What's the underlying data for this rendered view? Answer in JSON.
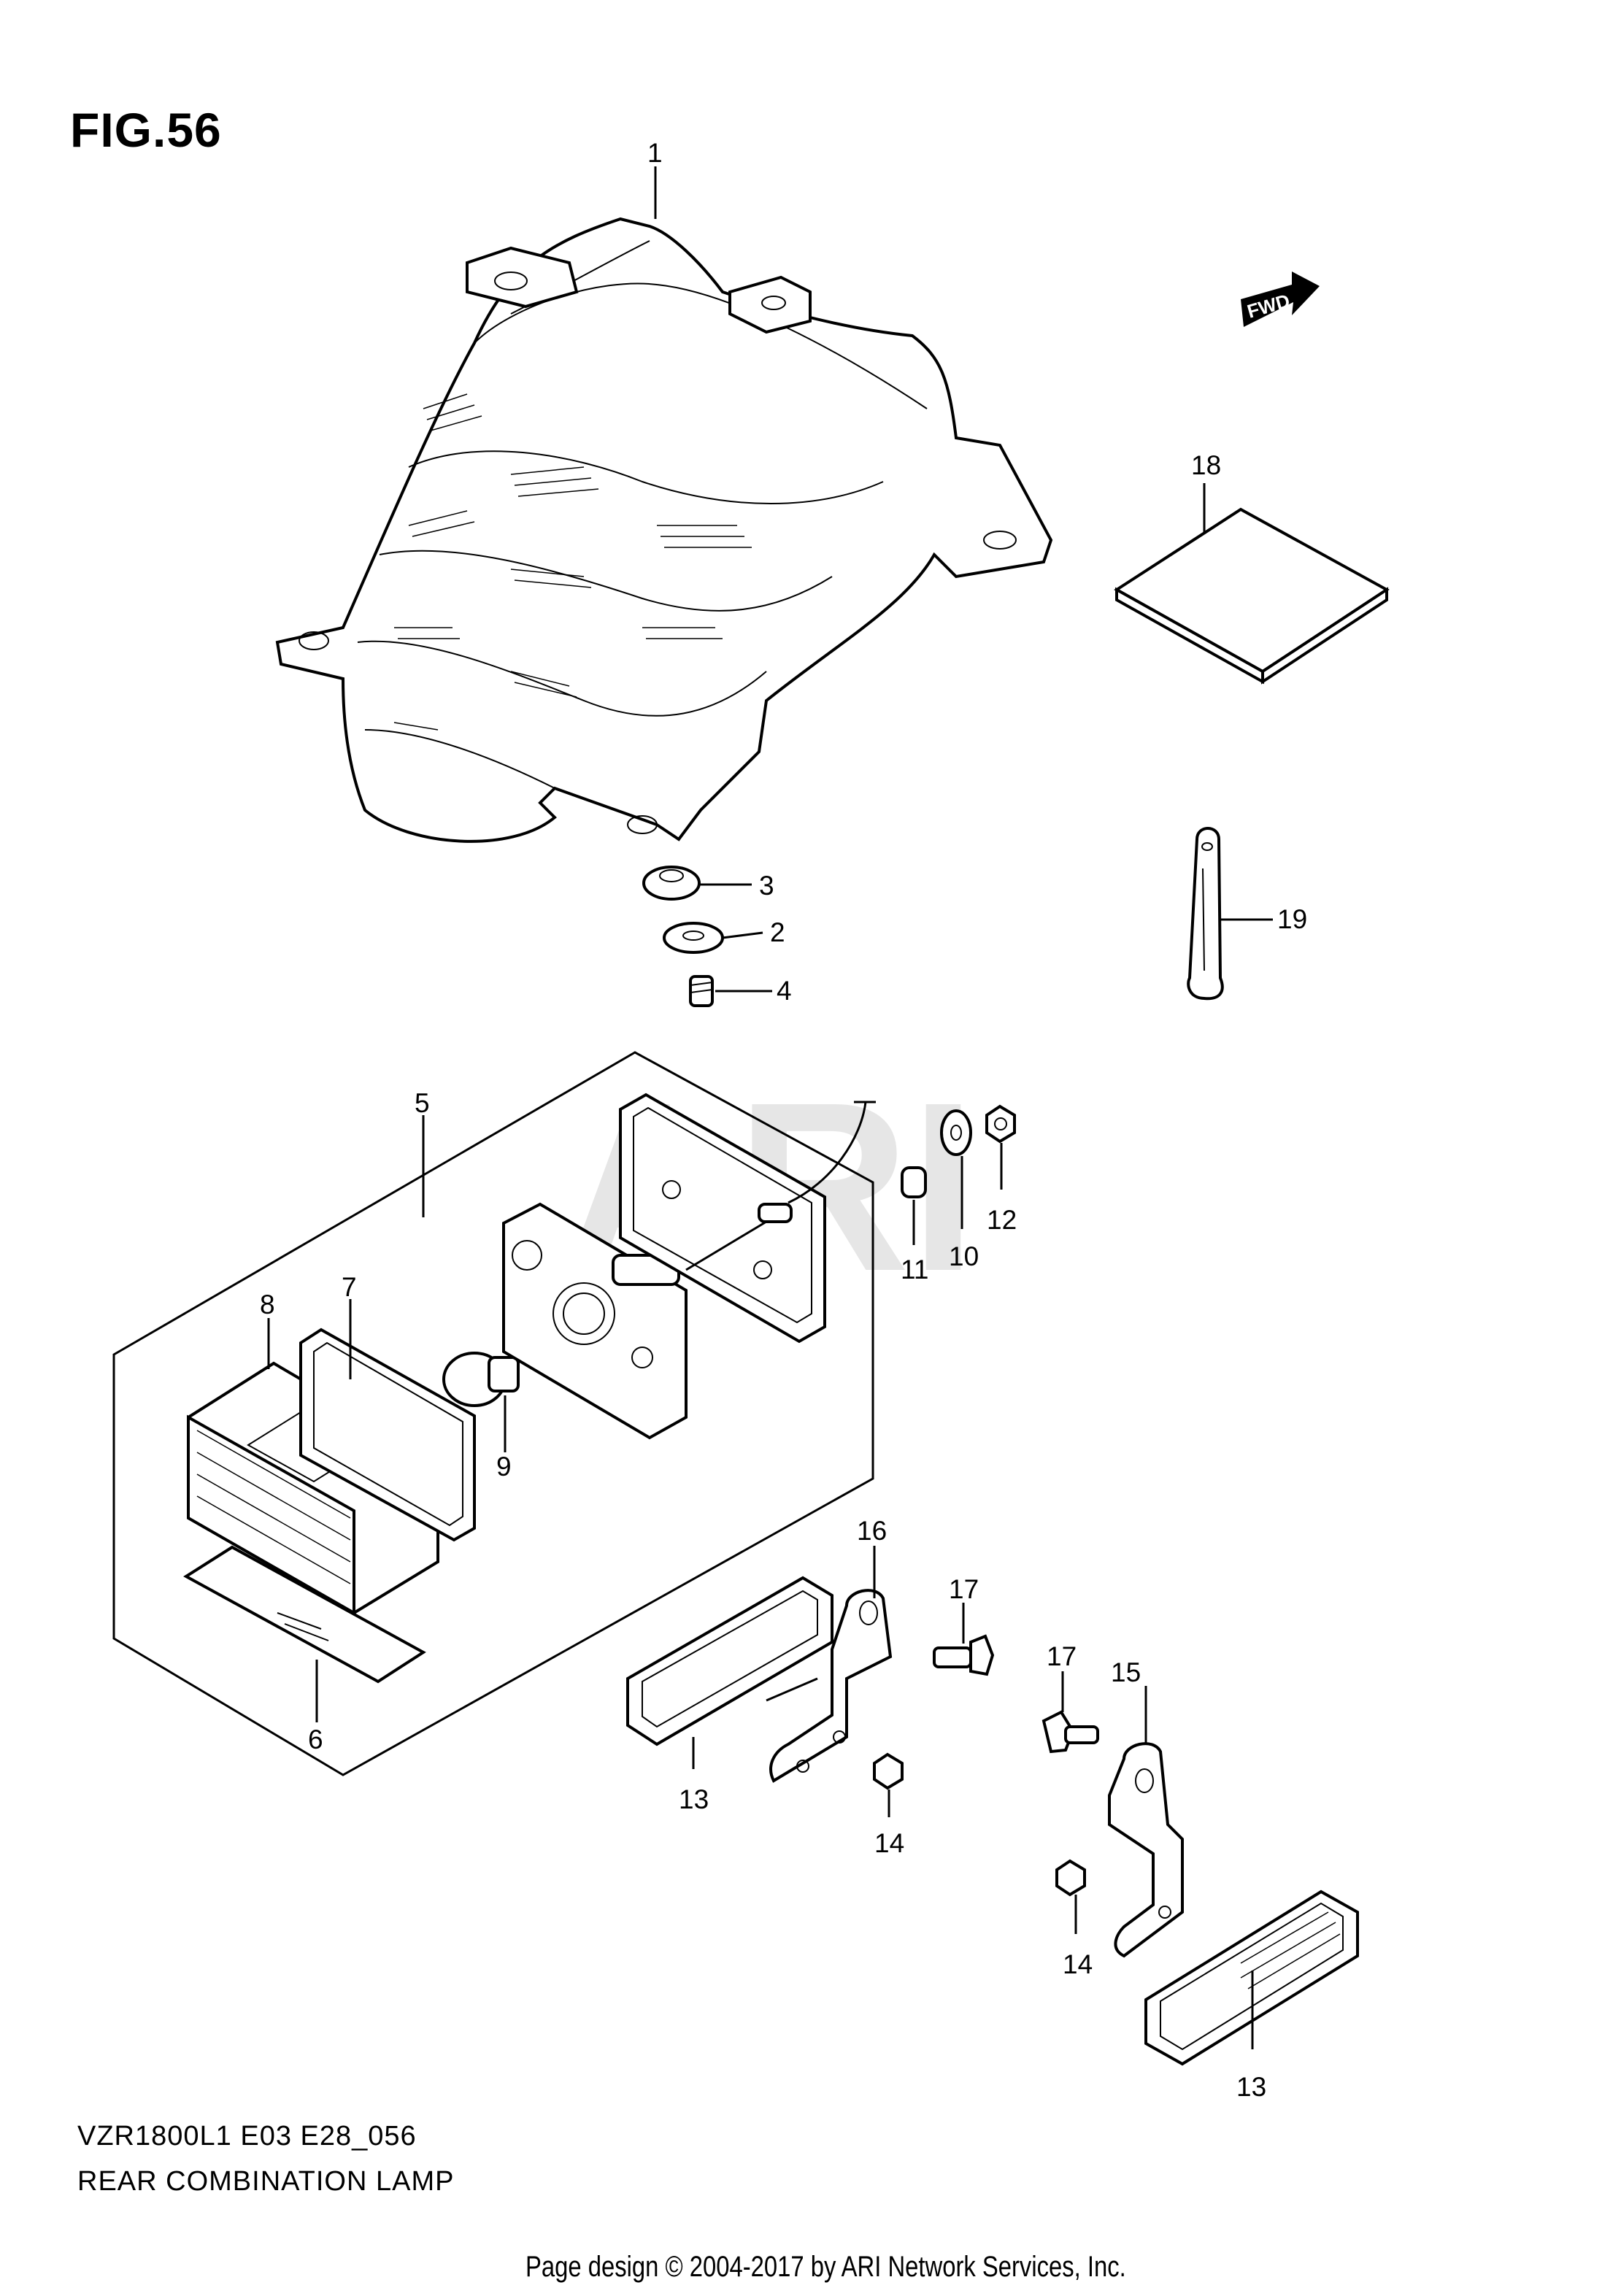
{
  "figure": {
    "title": "FIG.56",
    "model_code": "VZR1800L1 E03 E28_056",
    "assembly_name": "REAR COMBINATION LAMP"
  },
  "watermark": "ARI",
  "direction_arrow": "FWD",
  "footer": "Page design © 2004-2017 by ARI Network Services, Inc.",
  "callouts": {
    "c1": "1",
    "c2": "2",
    "c3": "3",
    "c4": "4",
    "c5": "5",
    "c6": "6",
    "c7": "7",
    "c8": "8",
    "c9": "9",
    "c10": "10",
    "c11": "11",
    "c12": "12",
    "c13a": "13",
    "c13b": "13",
    "c14a": "14",
    "c14b": "14",
    "c15": "15",
    "c16": "16",
    "c17a": "17",
    "c17b": "17",
    "c18": "18",
    "c19": "19"
  }
}
